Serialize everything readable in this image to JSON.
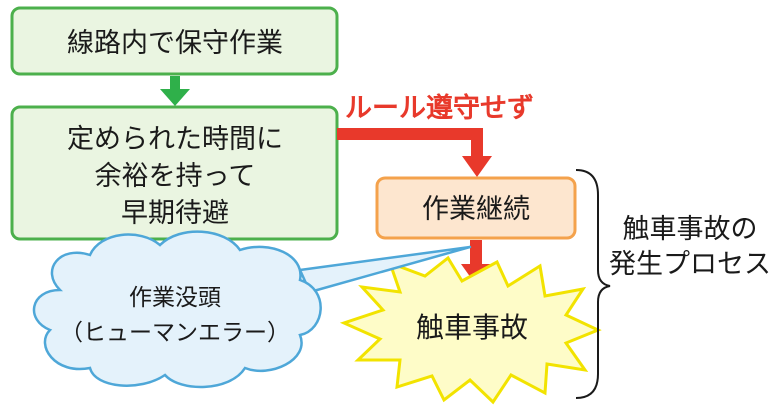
{
  "steps": {
    "top": "線路内で保守作業",
    "middle": [
      "定められた時間に",
      "余裕を持って",
      "早期待避"
    ],
    "continue": "作業継続",
    "accident": "触車事故"
  },
  "labels": {
    "rule_violation": "ルール遵守せず",
    "cloud": [
      "作業没頭",
      "（ヒューマンエラー）"
    ],
    "process": [
      "触車事故の",
      "発生プロセス"
    ]
  },
  "colors": {
    "green_border": "#4cb04c",
    "green_fill": "#eaf5e1",
    "green_arrow": "#2fb04a",
    "red_arrow": "#e8392b",
    "red_text": "#e8392b",
    "orange_border": "#f4a24c",
    "orange_fill": "#fde6cf",
    "star_border": "#f2e300",
    "star_fill": "#fefcc8",
    "cloud_border": "#4ea7d8",
    "cloud_fill": "#e4f2fb"
  }
}
